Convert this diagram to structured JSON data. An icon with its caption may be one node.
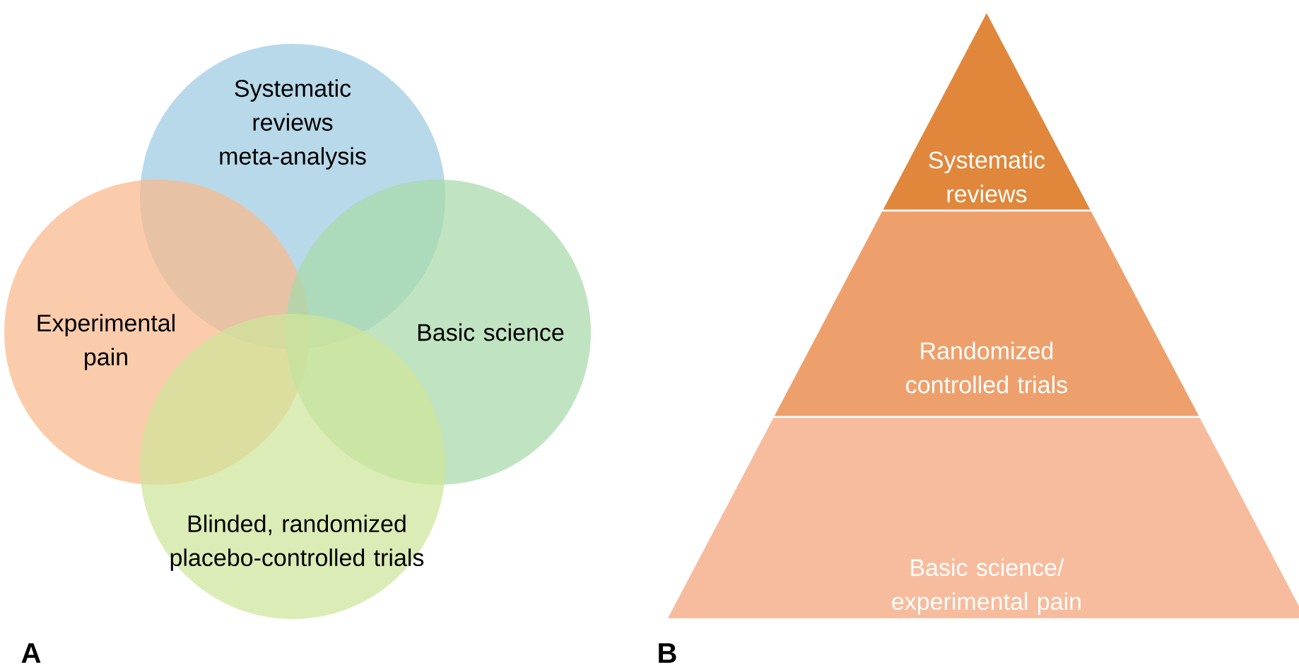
{
  "diagram": {
    "nodes": [
      {
        "text": [
          "Systematic reviews meta-analysis"
        ]
      },
      {
        "text": [
          "Experimental pain"
        ]
      },
      {
        "text": [
          "Basic science"
        ]
      },
      {
        "text": [
          "Blinded, randomized placebo-controlled trials"
        ]
      },
      {
        "text": [
          "Systematic reviews"
        ]
      },
      {
        "text": [
          "Randomized controlled trials"
        ]
      },
      {
        "text": [
          "Basic science/ experimental pain"
        ]
      }
    ],
    "edges": [],
    "labels": [
      "A",
      "B"
    ]
  }
}
